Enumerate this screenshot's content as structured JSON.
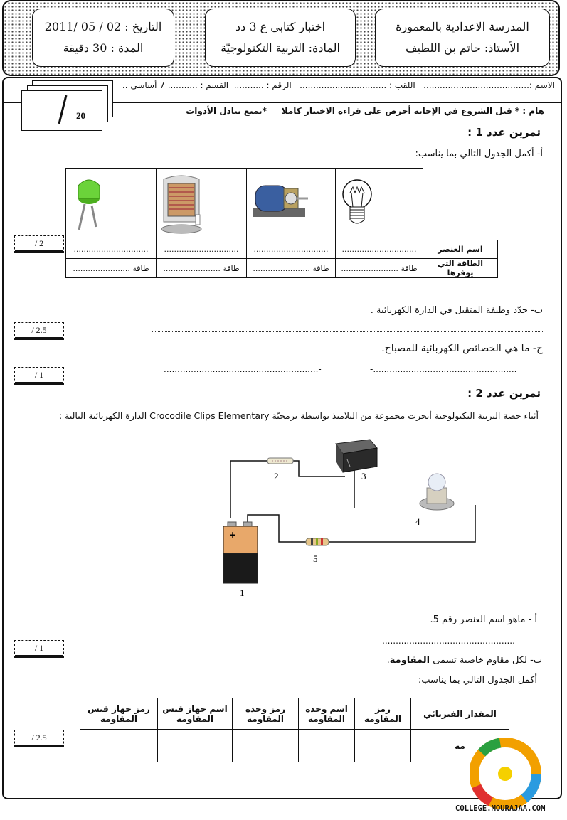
{
  "header": {
    "school": "المدرسة الاعدادية بالمعمورة",
    "teacher": "الأستاذ: حاتم بن اللطيف",
    "exam_title": "اختبار كتابي ع 3 دد",
    "subject": "المادة: التربية التكنولوجيّة",
    "date": "التاريخ : 02 / 05 /2011",
    "duration": "المدة : 30 دقيقة"
  },
  "info": {
    "name": "الاسم :.......................................",
    "surname": "اللقب : ................................",
    "number": "الرقم : ...........",
    "class": "القسم : ........... 7  أساسي .."
  },
  "score": {
    "total": "20"
  },
  "notice": {
    "prefix": "هام :",
    "text": "* قبل الشروع في الإجابة أحرص على قراءة الاختبار كاملا",
    "text2": "*يمنع تبادل الأدوات"
  },
  "ex1": {
    "title": "تمرين عدد 1 :",
    "a_text": "أ- أكمل الجدول التالي بما يناسب:",
    "row_name_label": "اسم العنصر",
    "row_energy_label": "الطاقة التي يوفرها",
    "dots": "..............................",
    "energy_cell": "طاقة .......................",
    "images": [
      "lamp-bulb-icon",
      "motor-icon",
      "heater-icon",
      "led-icon"
    ],
    "grade_a": "/ 2",
    "b_text": "ب- حدّد وظيفة المتقبل في الدارة الكهربائية .",
    "grade_b": "/ 2.5",
    "c_text": "ج- ما هي الخصائص الكهربائية للمصباح.",
    "c_line1": "-.....................................................",
    "c_line2": ".........................................................-",
    "grade_c": "/ 1"
  },
  "ex2": {
    "title": "تمرين عدد 2 :",
    "intro": "أثناء حصة التربية التكنولوجية أنجزت مجموعة من التلاميذ بواسطة برمجيّة Crocodile Clips Elementary الدارة الكهربائية التالية :",
    "labels": [
      "1",
      "2",
      "3",
      "4",
      "5"
    ],
    "battery_plus": "+",
    "a_text": "أ - ماهو اسم العنصر رقم 5.",
    "a_line": ".................................................",
    "grade_a": "/ 1",
    "b_text_pre": "ب- لكل مقاوم خاصية تسمى ",
    "b_text_bold": "المقاومة",
    "b_text_post": ".",
    "table_intro": "أكمل الجدول التالي بما يناسب:",
    "headers": [
      "المقدار الفيزيائي",
      "رمز المقاومة",
      "اسم وحدة المقاومة",
      "رمز وحدة المقاومة",
      "اسم جهاز قيس المقاومة",
      "رمز جهاز قيس المقاومة"
    ],
    "row_first": "مة",
    "grade_b": "/ 2.5"
  },
  "logo": {
    "text": "COLLEGE.MOURAJAA.COM"
  }
}
